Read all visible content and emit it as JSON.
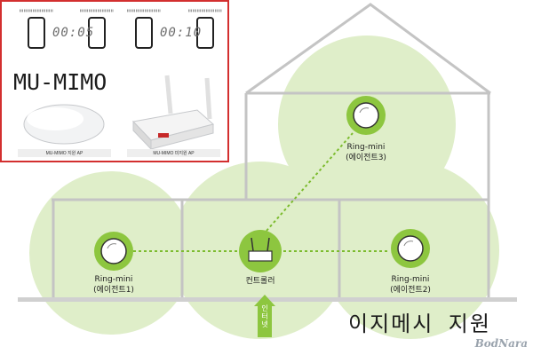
{
  "inset": {
    "title": "MU-MIMO",
    "timer_left": "00:05",
    "timer_right": "00:10",
    "ap_left_caption": "MU-MIMO 지원 AP",
    "ap_right_caption": "MU-MIMO 미지원 AP",
    "border_color": "#d32f2f"
  },
  "nodes": {
    "agent1": {
      "name": "Ring-mini",
      "sub": "(에이전트1)"
    },
    "agent2": {
      "name": "Ring-mini",
      "sub": "(에이전트2)"
    },
    "agent3": {
      "name": "Ring-mini",
      "sub": "(에이전트3)"
    },
    "controller": {
      "name": "컨트롤러"
    }
  },
  "internet_label": "인터넷",
  "caption": "이지메시 지원",
  "watermark": "BodNara",
  "colors": {
    "accent": "#8dc63f",
    "coverage": "#dfeec9",
    "house_line": "#c4c4c4",
    "link": "#7cbb2e"
  }
}
